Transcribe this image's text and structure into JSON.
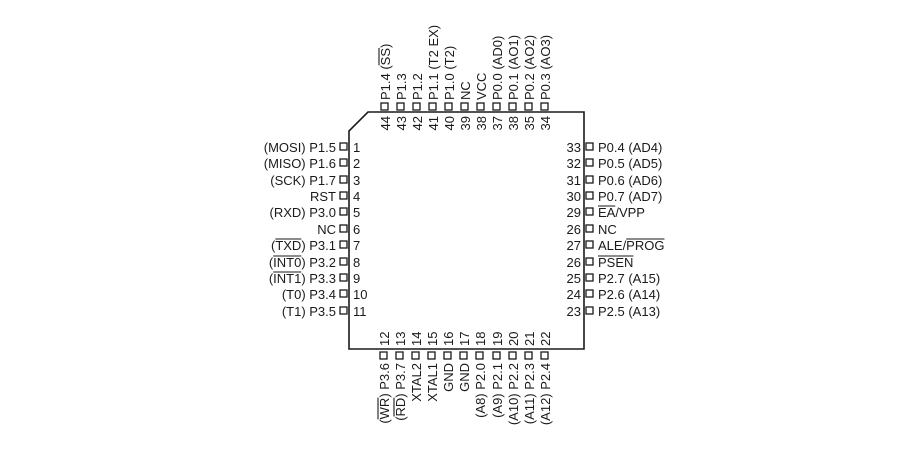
{
  "package": {
    "left_pins": [
      {
        "num": "1",
        "label": "(MOSI) P1.5"
      },
      {
        "num": "2",
        "label": "(MISO) P1.6"
      },
      {
        "num": "3",
        "label": "(SCK) P1.7"
      },
      {
        "num": "4",
        "label": "RST"
      },
      {
        "num": "5",
        "label": "(RXD) P3.0"
      },
      {
        "num": "6",
        "label": "NC"
      },
      {
        "num": "7",
        "label": "(TXD) P3.1"
      },
      {
        "num": "8",
        "label": "(INT0) P3.2"
      },
      {
        "num": "9",
        "label": "(INT1) P3.3"
      },
      {
        "num": "10",
        "label": "(T0) P3.4"
      },
      {
        "num": "11",
        "label": "(T1) P3.5"
      }
    ],
    "right_pins": [
      {
        "num": "33",
        "label": "P0.4 (AD4)"
      },
      {
        "num": "32",
        "label": "P0.5 (AD5)"
      },
      {
        "num": "31",
        "label": "P0.6 (AD6)"
      },
      {
        "num": "30",
        "label": "P0.7 (AD7)"
      },
      {
        "num": "29",
        "label": "EA/VPP"
      },
      {
        "num": "26",
        "label": "NC"
      },
      {
        "num": "27",
        "label": "ALE/PROG"
      },
      {
        "num": "26",
        "label": "PSEN"
      },
      {
        "num": "25",
        "label": "P2.7 (A15)"
      },
      {
        "num": "24",
        "label": "P2.6 (A14)"
      },
      {
        "num": "23",
        "label": "P2.5 (A13)"
      }
    ],
    "top_pins": [
      {
        "num": "44",
        "label": "P1.4 (SS)"
      },
      {
        "num": "43",
        "label": "P1.3"
      },
      {
        "num": "42",
        "label": "P1.2"
      },
      {
        "num": "41",
        "label": "P1.1 (T2 EX)"
      },
      {
        "num": "40",
        "label": "P1.0 (T2)"
      },
      {
        "num": "39",
        "label": "NC"
      },
      {
        "num": "38",
        "label": "VCC"
      },
      {
        "num": "37",
        "label": "P0.0 (AD0)"
      },
      {
        "num": "38",
        "label": "P0.1 (AO1)"
      },
      {
        "num": "35",
        "label": "P0.2 (AO2)"
      },
      {
        "num": "34",
        "label": "P0.3 (AO3)"
      }
    ],
    "bottom_pins": [
      {
        "num": "12",
        "label": "(WR) P3.6"
      },
      {
        "num": "13",
        "label": "(RD) P3.7"
      },
      {
        "num": "14",
        "label": "XTAL2"
      },
      {
        "num": "15",
        "label": "XTAL1"
      },
      {
        "num": "16",
        "label": "GND"
      },
      {
        "num": "17",
        "label": "GND"
      },
      {
        "num": "18",
        "label": "(A8) P2.0"
      },
      {
        "num": "19",
        "label": "(A9) P2.1"
      },
      {
        "num": "20",
        "label": "(A10) P2.2"
      },
      {
        "num": "21",
        "label": "(A11) P2.3"
      },
      {
        "num": "22",
        "label": "(A12) P2.4"
      }
    ]
  },
  "colors": {
    "ink": "#1a1a1a",
    "background": "#ffffff"
  }
}
